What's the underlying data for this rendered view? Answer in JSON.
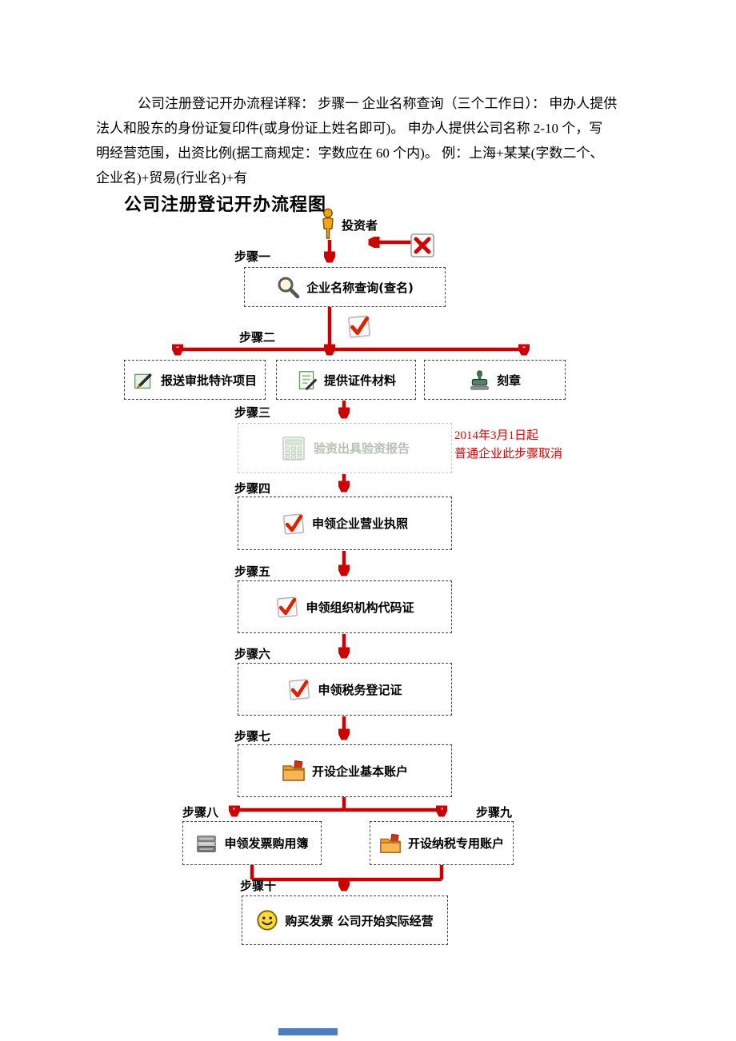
{
  "intro": {
    "lines": [
      "公司注册登记开办流程详释： 步骤一 企业名称查询（三个工作日）： 申办人提供",
      "法人和股东的身份证复印件(或身份证上姓名即可)。 申办人提供公司名称 2-10 个，写",
      "明经营范围，出资比例(据工商规定：字数应在 60 个内)。 例：上海+某某(字数二个、",
      "企业名)+贸易(行业名)+有"
    ]
  },
  "flow": {
    "title": "公司注册登记开办流程图",
    "investor_label": "投资者",
    "arrow_color": "#cc0000",
    "steps": {
      "s1": {
        "label": "步骤一",
        "text": "企业名称查询(查名)",
        "icon": "magnifier-icon"
      },
      "s2": {
        "label": "步骤二",
        "boxes": [
          {
            "text": "报送审批特许项目",
            "icon": "pen-icon"
          },
          {
            "text": "提供证件材料",
            "icon": "document-icon"
          },
          {
            "text": "刻章",
            "icon": "stamp-icon"
          }
        ]
      },
      "s3": {
        "label": "步骤三",
        "text": "验资出具验资报告",
        "icon": "calculator-icon",
        "note": [
          "2014年3月1日起",
          "普通企业此步骤取消"
        ]
      },
      "s4": {
        "label": "步骤四",
        "text": "申领企业营业执照",
        "icon": "check-icon"
      },
      "s5": {
        "label": "步骤五",
        "text": "申领组织机构代码证",
        "icon": "check-icon"
      },
      "s6": {
        "label": "步骤六",
        "text": "申领税务登记证",
        "icon": "check-icon"
      },
      "s7": {
        "label": "步骤七",
        "text": "开设企业基本账户",
        "icon": "folder-icon"
      },
      "s8": {
        "label": "步骤八",
        "text": "申领发票购用簿",
        "icon": "book-icon"
      },
      "s9": {
        "label": "步骤九",
        "text": "开设纳税专用账户",
        "icon": "folder-icon"
      },
      "s10": {
        "label": "步骤十",
        "text": "购买发票 公司开始实际经营",
        "icon": "smiley-icon"
      }
    }
  }
}
